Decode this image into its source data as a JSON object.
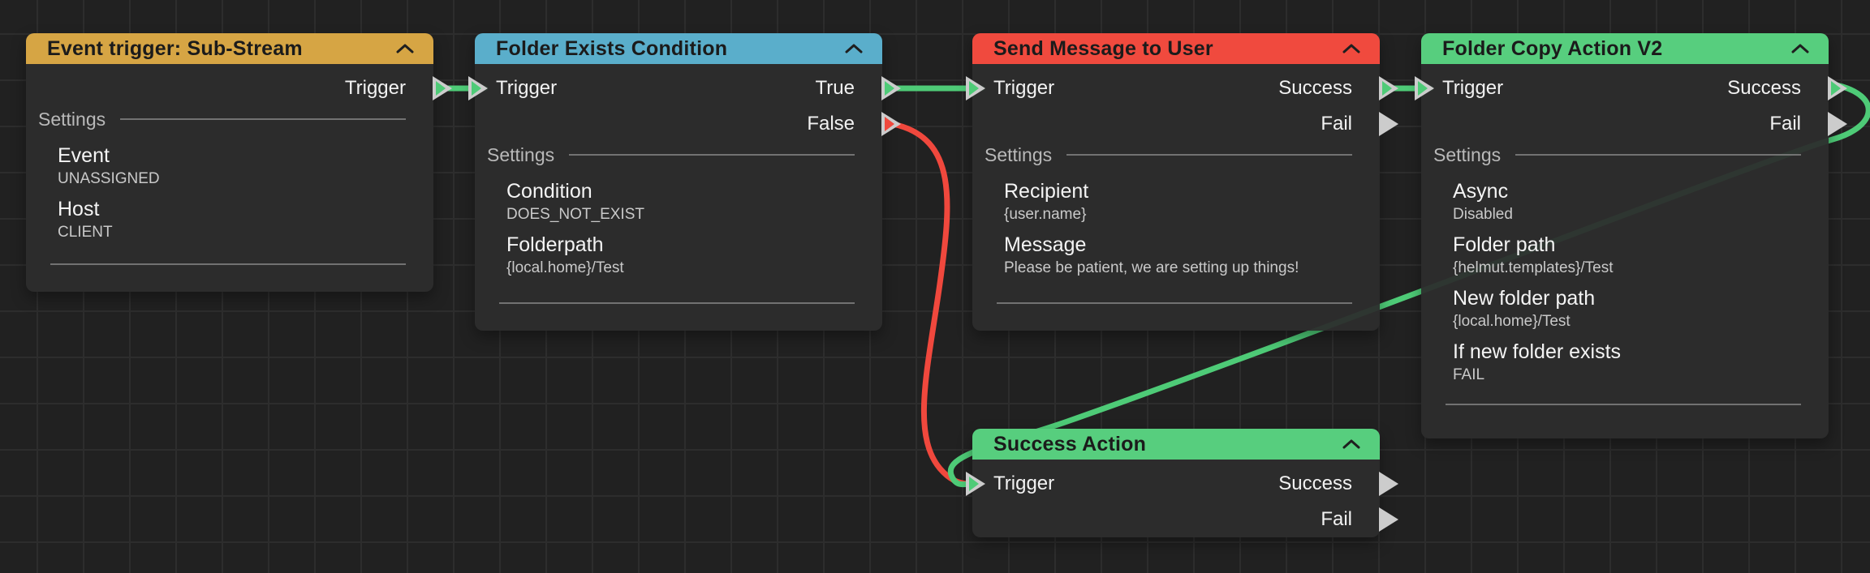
{
  "canvas": {
    "background_color": "#212121",
    "grid_line_color": "#2d2d2d",
    "wire_green": "#4ecb77",
    "wire_red": "#f0483d",
    "port_color": "#cccccc"
  },
  "nodes": [
    {
      "title": "Event trigger: Sub-Stream",
      "header_color": "#d6a544",
      "collapse_icon": "chevron-up",
      "outputs": [
        {
          "label": "Trigger",
          "state": "connected-green"
        }
      ],
      "inputs": [],
      "settings_label": "Settings",
      "settings": [
        {
          "label": "Event",
          "value": "UNASSIGNED"
        },
        {
          "label": "Host",
          "value": "CLIENT"
        }
      ]
    },
    {
      "title": "Folder Exists Condition",
      "header_color": "#5aaecb",
      "collapse_icon": "chevron-up",
      "inputs": [
        {
          "label": "Trigger",
          "state": "connected-green"
        }
      ],
      "outputs": [
        {
          "label": "True",
          "state": "connected-green"
        },
        {
          "label": "False",
          "state": "connected-red"
        }
      ],
      "settings_label": "Settings",
      "settings": [
        {
          "label": "Condition",
          "value": "DOES_NOT_EXIST"
        },
        {
          "label": "Folderpath",
          "value": "{local.home}/Test"
        }
      ]
    },
    {
      "title": "Send Message to User",
      "header_color": "#f04a3e",
      "collapse_icon": "chevron-up",
      "inputs": [
        {
          "label": "Trigger",
          "state": "connected-green"
        }
      ],
      "outputs": [
        {
          "label": "Success",
          "state": "connected-green"
        },
        {
          "label": "Fail",
          "state": "unconnected"
        }
      ],
      "settings_label": "Settings",
      "settings": [
        {
          "label": "Recipient",
          "value": "{user.name}"
        },
        {
          "label": "Message",
          "value": "Please be patient, we are setting up things!"
        }
      ]
    },
    {
      "title": "Folder Copy Action V2",
      "header_color": "#57ce7e",
      "collapse_icon": "chevron-up",
      "inputs": [
        {
          "label": "Trigger",
          "state": "connected-green"
        }
      ],
      "outputs": [
        {
          "label": "Success",
          "state": "connected-green"
        },
        {
          "label": "Fail",
          "state": "unconnected"
        }
      ],
      "settings_label": "Settings",
      "settings": [
        {
          "label": "Async",
          "value": "Disabled"
        },
        {
          "label": "Folder path",
          "value": "{helmut.templates}/Test"
        },
        {
          "label": "New folder path",
          "value": "{local.home}/Test"
        },
        {
          "label": "If new folder exists",
          "value": "FAIL"
        }
      ]
    },
    {
      "title": "Success Action",
      "header_color": "#57ce7e",
      "collapse_icon": "chevron-up",
      "inputs": [
        {
          "label": "Trigger",
          "state": "connected-green"
        }
      ],
      "outputs": [
        {
          "label": "Success",
          "state": "unconnected"
        },
        {
          "label": "Fail",
          "state": "unconnected"
        }
      ],
      "settings_label": "",
      "settings": []
    }
  ],
  "wires": [
    {
      "from": "Event trigger: Sub-Stream / Trigger",
      "to": "Folder Exists Condition / Trigger",
      "color": "#4ecb77"
    },
    {
      "from": "Folder Exists Condition / True",
      "to": "Send Message to User / Trigger",
      "color": "#4ecb77"
    },
    {
      "from": "Folder Exists Condition / False",
      "to": "Success Action / Trigger",
      "color": "#f0483d"
    },
    {
      "from": "Send Message to User / Success",
      "to": "Folder Copy Action V2 / Trigger",
      "color": "#4ecb77"
    },
    {
      "from": "Folder Copy Action V2 / Success",
      "to": "Success Action / Trigger",
      "color": "#4ecb77"
    }
  ]
}
